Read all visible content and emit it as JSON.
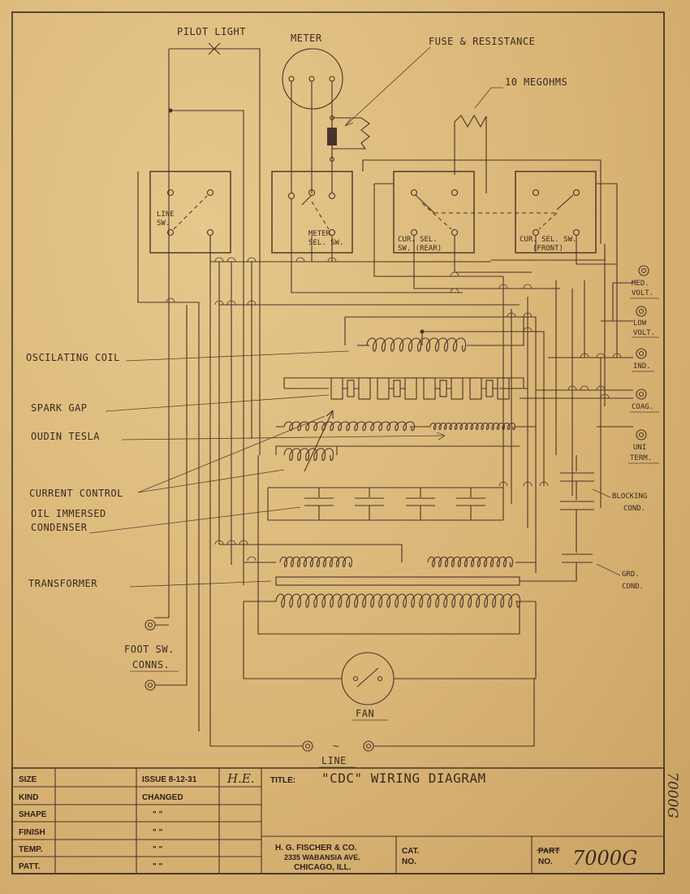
{
  "labels": {
    "pilot_light": "PILOT LIGHT",
    "meter": "METER",
    "fuse_resistance": "FUSE & RESISTANCE",
    "megohms": "10 MEGOHMS",
    "line_sw_1": "LINE",
    "line_sw_2": "SW.",
    "meter_sel_1": "METER",
    "meter_sel_2": "SEL. SW.",
    "cur_sel_rear_1": "CUR. SEL.",
    "cur_sel_rear_2": "SW. (REAR)",
    "cur_sel_front_1": "CUR. SEL. SW.",
    "cur_sel_front_2": "(FRONT)",
    "med_volt_1": "MED.",
    "med_volt_2": "VOLT.",
    "low_volt_1": "LOW",
    "low_volt_2": "VOLT.",
    "ind": "IND.",
    "coag": "COAG.",
    "uni_term_1": "UNI",
    "uni_term_2": "TERM.",
    "oscilating_coil": "OSCILATING COIL",
    "spark_gap": "SPARK GAP",
    "oudin_tesla": "OUDIN TESLA",
    "current_control": "CURRENT CONTROL",
    "oil_condenser_1": "OIL IMMERSED",
    "oil_condenser_2": "CONDENSER",
    "blocking_cond_1": "BLOCKING",
    "blocking_cond_2": "COND.",
    "grd_cond_1": "GRD.",
    "grd_cond_2": "COND.",
    "transformer": "TRANSFORMER",
    "foot_sw_1": "FOOT SW.",
    "foot_sw_2": "CONNS.",
    "fan": "FAN",
    "line_tilde": "~",
    "line": "LINE"
  },
  "title_block": {
    "rows": [
      "SIZE",
      "KIND",
      "SHAPE",
      "FINISH",
      "TEMP.",
      "PATT."
    ],
    "issue": "ISSUE 8-12-31",
    "initials": "H.E.",
    "changed": "CHANGED",
    "ditto": "\"   \"",
    "title_label": "TITLE:",
    "title_value": "\"CDC\" WIRING DIAGRAM",
    "company": "H. G. FISCHER & CO.",
    "address": "2335 WABANSIA AVE.",
    "city": "CHICAGO, ILL.",
    "cat": "CAT.",
    "no_cat": "NO.",
    "part_struck": "PART",
    "no": "NO.",
    "number": "7000G",
    "margin_number": "7000G"
  }
}
